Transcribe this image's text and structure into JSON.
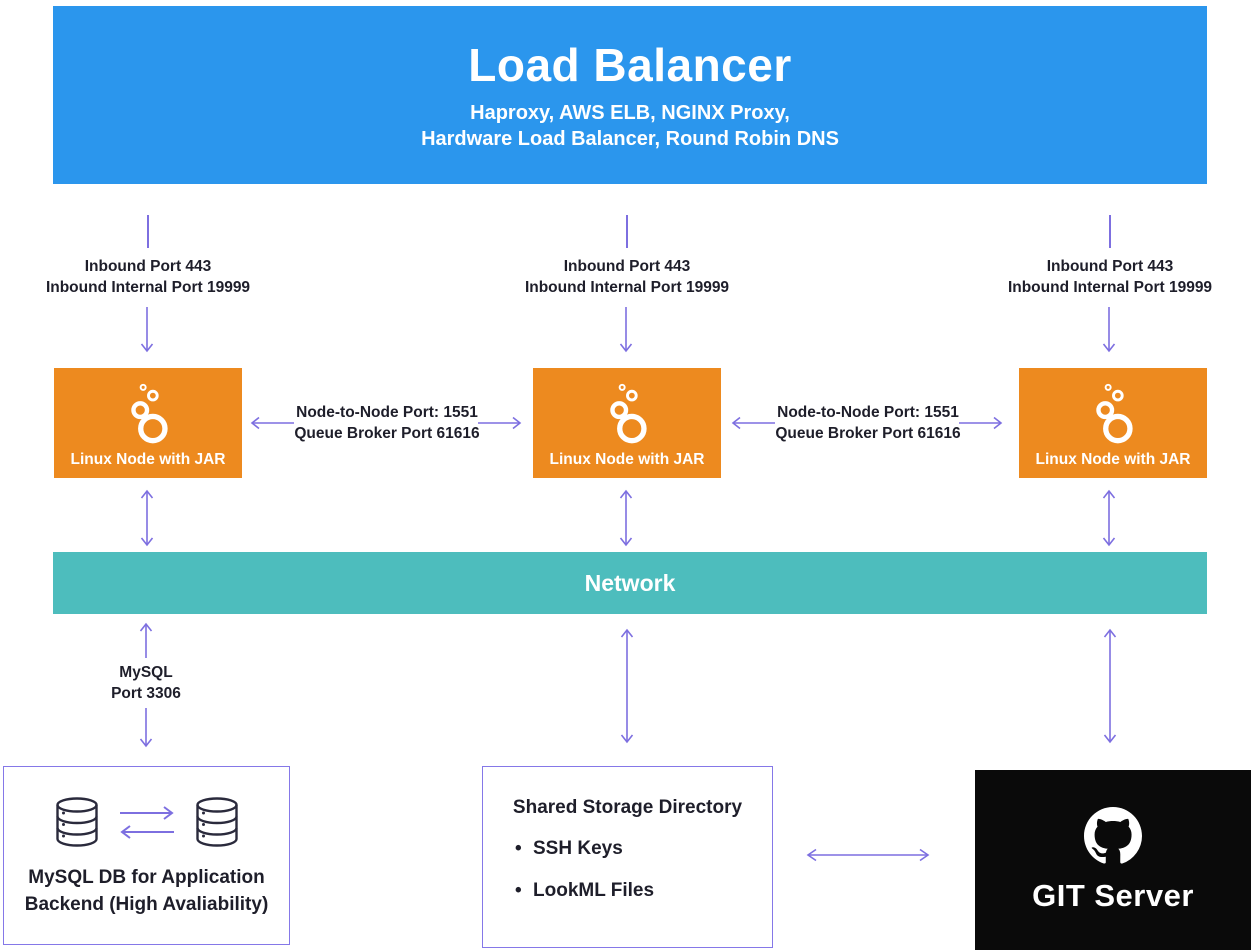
{
  "colors": {
    "load_balancer_blue": "#2B96ED",
    "node_orange": "#ED8A1F",
    "network_teal": "#4DBDBD",
    "arrow_purple": "#7D6FE0",
    "box_border_purple": "#8578E8",
    "git_black": "#0A0A0A",
    "text_dark": "#1E1E2A",
    "text_white": "#FFFFFF"
  },
  "load_balancer": {
    "title": "Load Balancer",
    "subtitle_line1": "Haproxy, AWS ELB, NGINX Proxy,",
    "subtitle_line2": "Hardware Load Balancer, Round Robin DNS"
  },
  "inbound_label": {
    "line1": "Inbound Port 443",
    "line2": "Inbound Internal Port 19999"
  },
  "node_link_label": {
    "line1": "Node-to-Node Port: 1551",
    "line2": "Queue Broker Port 61616"
  },
  "node": {
    "label": "Linux Node with JAR"
  },
  "network": {
    "label": "Network"
  },
  "mysql_link": {
    "line1": "MySQL",
    "line2": "Port 3306"
  },
  "mysql_box": {
    "line1": "MySQL DB for Application",
    "line2": "Backend (High Avaliability)"
  },
  "storage_box": {
    "title": "Shared Storage Directory",
    "items": [
      "SSH Keys",
      "LookML Files"
    ]
  },
  "git_box": {
    "label": "GIT Server"
  },
  "icons": {
    "node_icon": "looker-cluster-icon",
    "database_icon": "database-cylinder-icon",
    "git_icon": "github-octocat-icon",
    "arrows": [
      "arrow-down-icon",
      "arrow-up-icon",
      "arrow-left-icon",
      "arrow-right-icon",
      "arrow-double-vertical-icon",
      "arrow-double-horizontal-icon"
    ]
  }
}
